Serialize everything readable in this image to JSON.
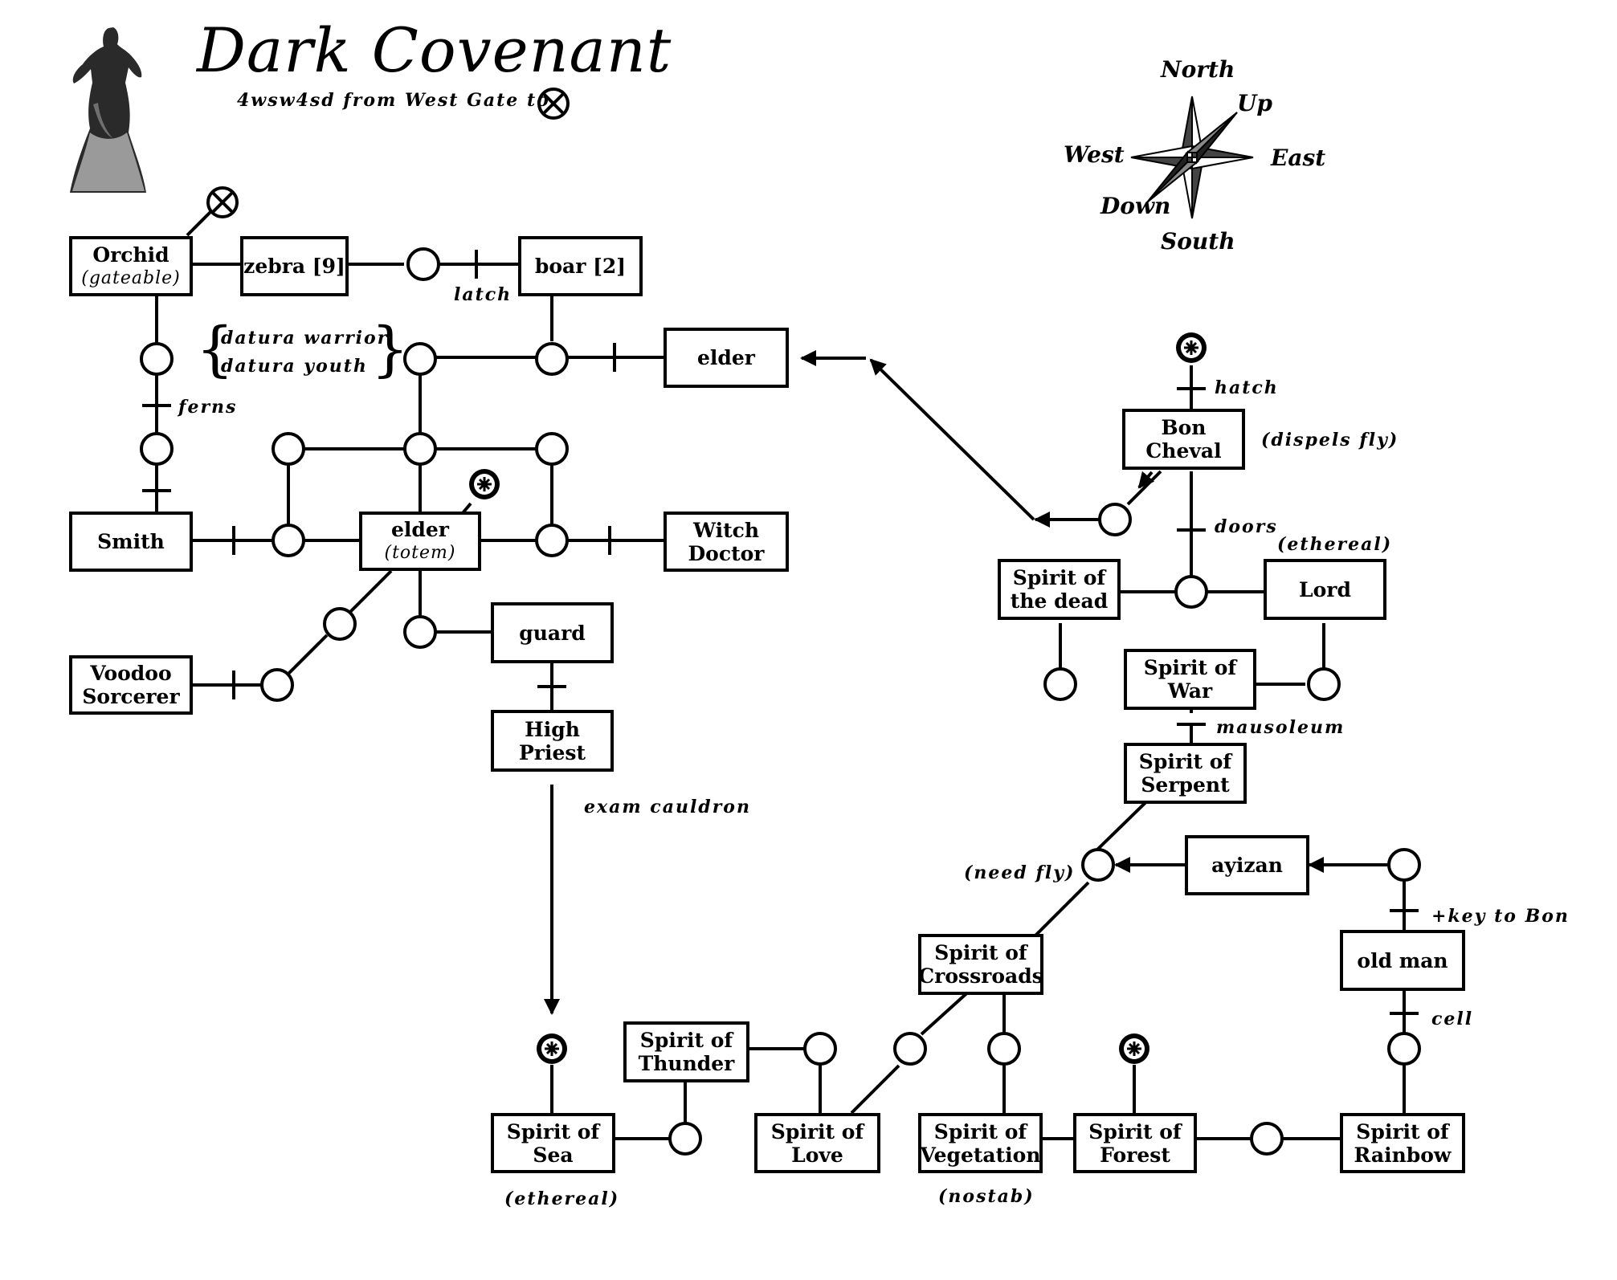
{
  "title": "Dark Covenant",
  "subtitle": "4wsw4sd from West Gate to",
  "compass": {
    "north": "North",
    "up": "Up",
    "west": "West",
    "east": "East",
    "down": "Down",
    "south": "South"
  },
  "rooms": {
    "orchid": {
      "label": "Orchid",
      "sub": "(gateable)"
    },
    "zebra": {
      "label": "zebra [9]"
    },
    "boar": {
      "label": "boar [2]"
    },
    "elder_top": {
      "label": "elder"
    },
    "smith": {
      "label": "Smith"
    },
    "elder_totem": {
      "label": "elder",
      "sub": "(totem)"
    },
    "witch_doctor": {
      "line1": "Witch",
      "line2": "Doctor"
    },
    "voodoo": {
      "line1": "Voodoo",
      "line2": "Sorcerer"
    },
    "guard": {
      "label": "guard"
    },
    "high_priest": {
      "line1": "High",
      "line2": "Priest"
    },
    "bon_cheval": {
      "label": "Bon Cheval"
    },
    "spirit_dead": {
      "line1": "Spirit of",
      "line2": "the dead"
    },
    "lord": {
      "label": "Lord"
    },
    "spirit_war": {
      "line1": "Spirit of",
      "line2": "War"
    },
    "spirit_serpent": {
      "line1": "Spirit of",
      "line2": "Serpent"
    },
    "ayizan": {
      "label": "ayizan"
    },
    "old_man": {
      "label": "old man"
    },
    "spirit_crossroads": {
      "line1": "Spirit of",
      "line2": "Crossroads"
    },
    "spirit_thunder": {
      "line1": "Spirit of",
      "line2": "Thunder"
    },
    "spirit_sea": {
      "line1": "Spirit of",
      "line2": "Sea"
    },
    "spirit_love": {
      "line1": "Spirit of",
      "line2": "Love"
    },
    "spirit_vegetation": {
      "line1": "Spirit of",
      "line2": "Vegetation"
    },
    "spirit_forest": {
      "line1": "Spirit of",
      "line2": "Forest"
    },
    "spirit_rainbow": {
      "line1": "Spirit of",
      "line2": "Rainbow"
    }
  },
  "notes": {
    "latch": "latch",
    "ferns": "ferns",
    "datura_warrior": "datura warrior",
    "datura_youth": "datura youth",
    "hatch": "hatch",
    "dispels_fly": "(dispels fly)",
    "doors": "doors",
    "ethereal_lord": "(ethereal)",
    "mausoleum": "mausoleum",
    "exam_cauldron": "exam cauldron",
    "need_fly": "(need fly)",
    "key_to_bon": "+key to Bon",
    "cell": "cell",
    "ethereal_sea": "(ethereal)",
    "nostab": "(nostab)"
  }
}
